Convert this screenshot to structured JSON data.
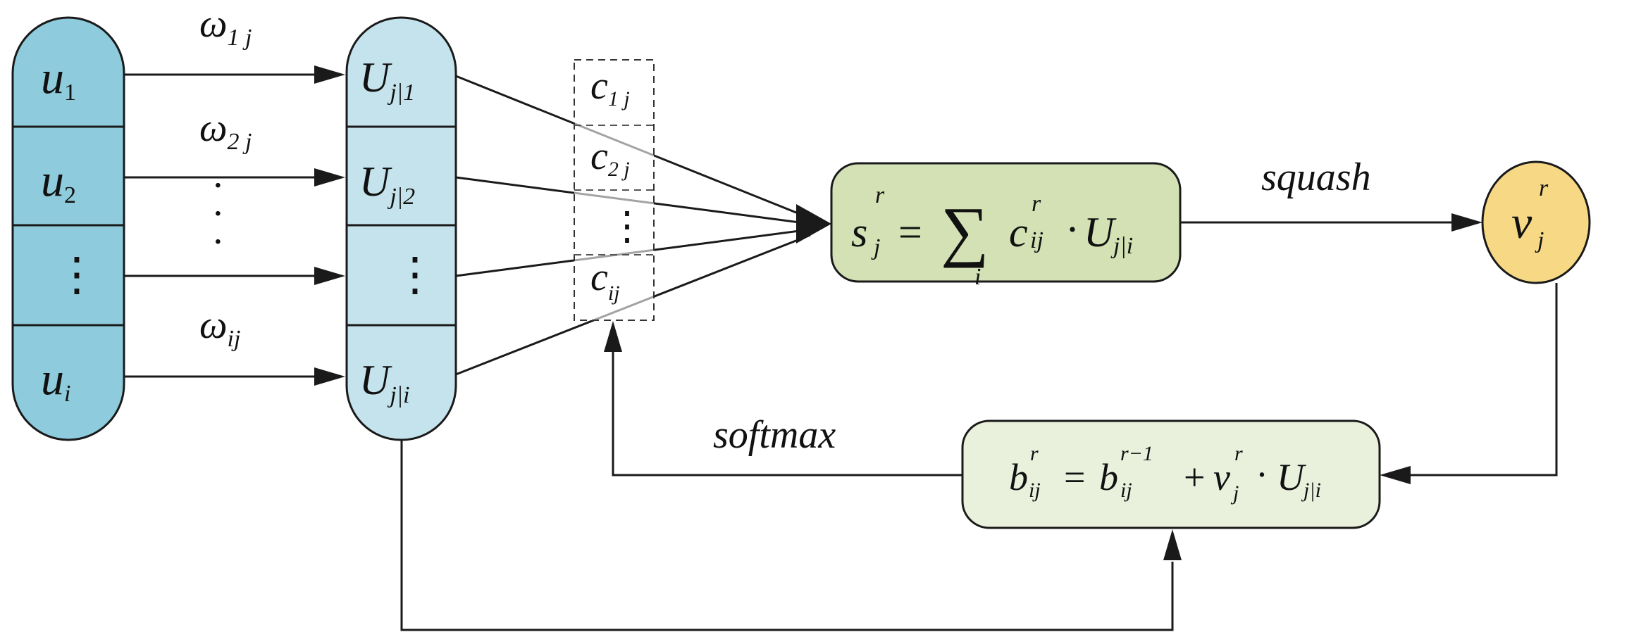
{
  "colors": {
    "input_capsule": "#8ecbdc",
    "prediction_capsule": "#c5e3ec",
    "sum_box": "#d3e1b4",
    "update_box": "#e9f0dc",
    "output_node": "#f7d985",
    "stroke": "#1a1a1a"
  },
  "input_capsules": {
    "cells": [
      {
        "base": "u",
        "sub": "1"
      },
      {
        "base": "u",
        "sub": "2"
      },
      {
        "base": "⋮",
        "sub": ""
      },
      {
        "base": "u",
        "sub": "i"
      }
    ]
  },
  "weights": {
    "labels": [
      {
        "base": "ω",
        "sub": "1 j"
      },
      {
        "base": "ω",
        "sub": "2 j"
      },
      {
        "base": "ω",
        "sub": "ij"
      }
    ],
    "gap_dots": "·"
  },
  "prediction_capsules": {
    "cells": [
      {
        "base": "U",
        "sub": "j|1"
      },
      {
        "base": "U",
        "sub": "j|2"
      },
      {
        "base": "⋮",
        "sub": ""
      },
      {
        "base": "U",
        "sub": "j|i"
      }
    ]
  },
  "coupling": {
    "cells": [
      {
        "base": "c",
        "sub": "1 j"
      },
      {
        "base": "c",
        "sub": "2 j"
      },
      {
        "base": "⋮",
        "sub": ""
      },
      {
        "base": "c",
        "sub": "ij"
      }
    ]
  },
  "sum_node": {
    "s": "s",
    "s_sup": "r",
    "s_sub": "j",
    "equals": "=",
    "sigma": "∑",
    "sigma_sub": "i",
    "c": "c",
    "c_sup": "r",
    "c_sub": "ij",
    "dot": "·",
    "U": "U",
    "U_sub": "j|i"
  },
  "squash_label": "squash",
  "output_node": {
    "base": "v",
    "sup": "r",
    "sub": "j"
  },
  "softmax_label": "softmax",
  "update_node": {
    "b": "b",
    "b_sup": "r",
    "b_sub": "ij",
    "equals": "=",
    "b2": "b",
    "b2_sup": "r−1",
    "b2_sub": "ij",
    "plus": "+",
    "v": "v",
    "v_sup": "r",
    "v_sub": "j",
    "dot": "·",
    "U": "U",
    "U_sub": "j|i"
  }
}
